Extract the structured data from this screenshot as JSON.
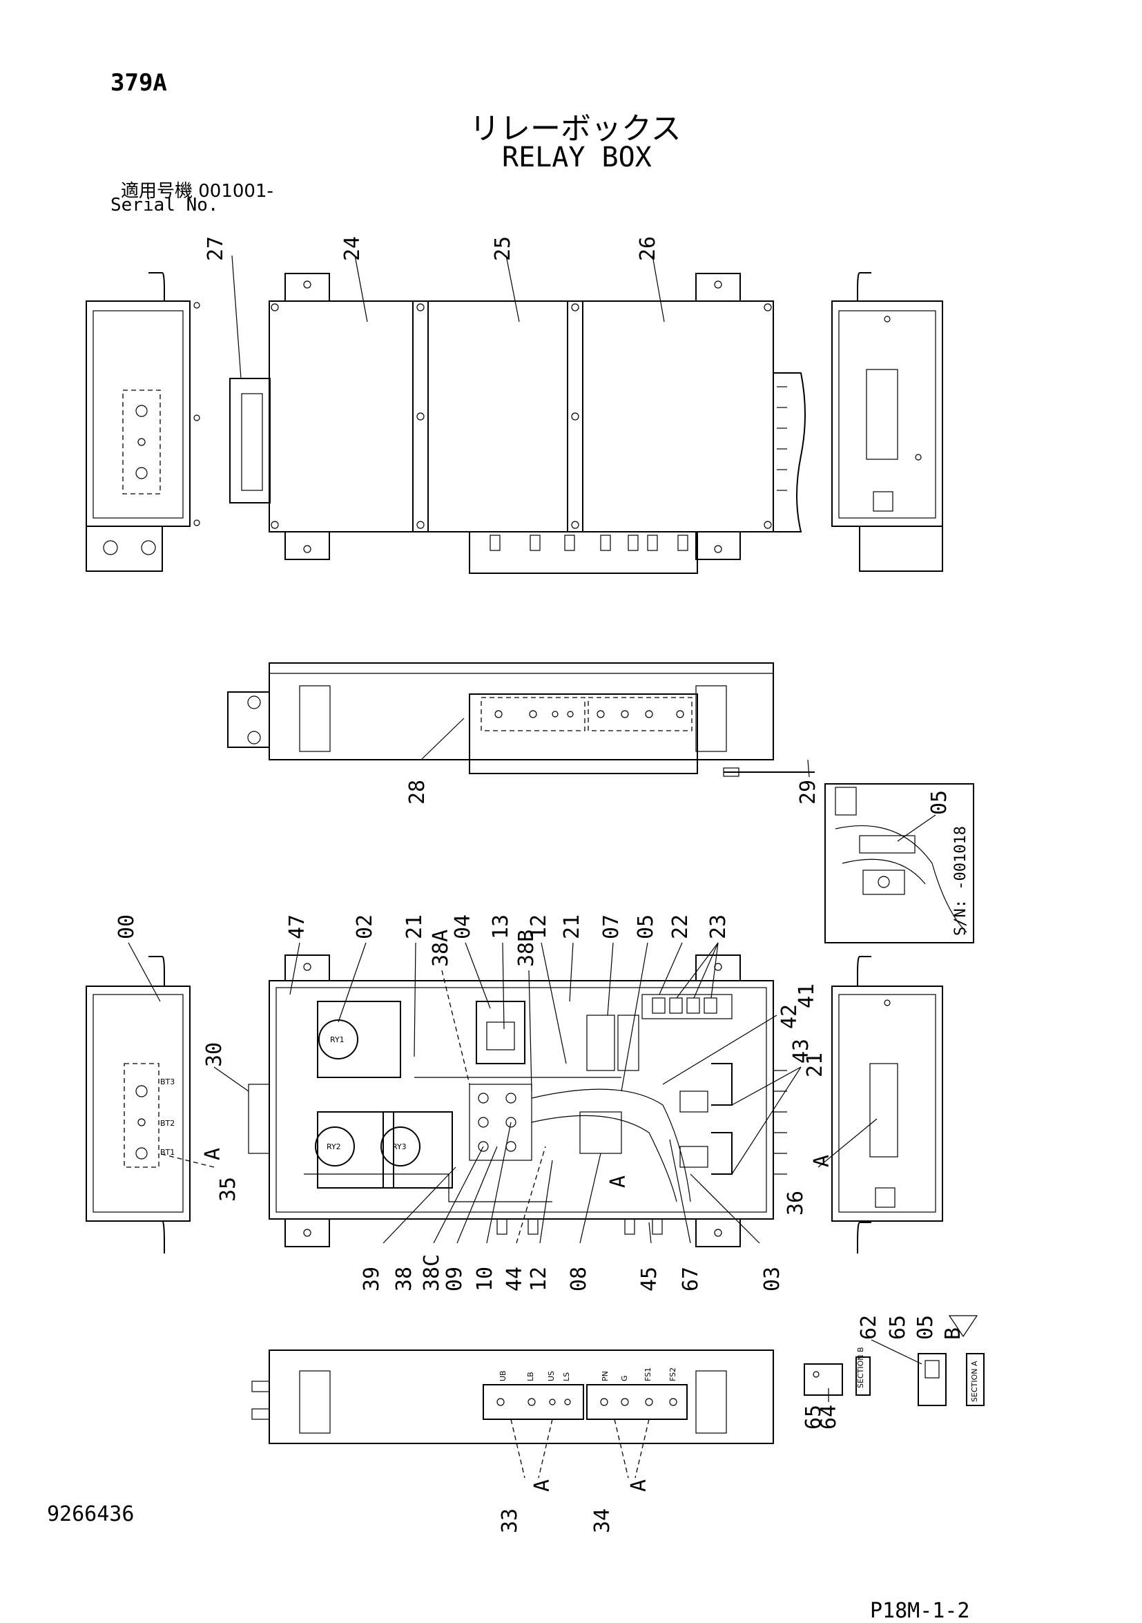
{
  "header": {
    "page_id": "379A",
    "title_jp": "リレーボックス",
    "title_en": "RELAY BOX",
    "serial_label_jp": "適用号機  001001-",
    "serial_label_en": "Serial No."
  },
  "footer": {
    "drawing_number": "9266436",
    "page_ref": "P18M-1-2"
  },
  "view1_callouts": [
    "27",
    "24",
    "25",
    "26"
  ],
  "view2_callouts": [
    "28",
    "29"
  ],
  "inset": {
    "callout": "05",
    "note": "S/N: -001018"
  },
  "view3_callouts": [
    "00",
    "47",
    "02",
    "21",
    "38A",
    "04",
    "13",
    "38B",
    "12",
    "21",
    "07",
    "05",
    "22",
    "23",
    "30",
    "A",
    "35",
    "42",
    "41",
    "43",
    "21",
    "A",
    "36",
    "39",
    "38",
    "38C",
    "09",
    "10",
    "44",
    "12",
    "08",
    "45",
    "67",
    "03",
    "A"
  ],
  "module_labels": [
    "RY1",
    "RY2",
    "RY3",
    "BT1",
    "BT2",
    "BT3"
  ],
  "view4_callouts": [
    "33",
    "A",
    "34",
    "A"
  ],
  "terminal_labels": [
    "UB",
    "LB",
    "US",
    "LS",
    "PN",
    "G",
    "FS1",
    "FS2"
  ],
  "section_detail": {
    "callouts_left": [
      "65",
      "64"
    ],
    "callouts_right": [
      "62",
      "65",
      "05",
      "B"
    ],
    "section_labels": [
      "SECTION B",
      "SECTION A"
    ]
  }
}
